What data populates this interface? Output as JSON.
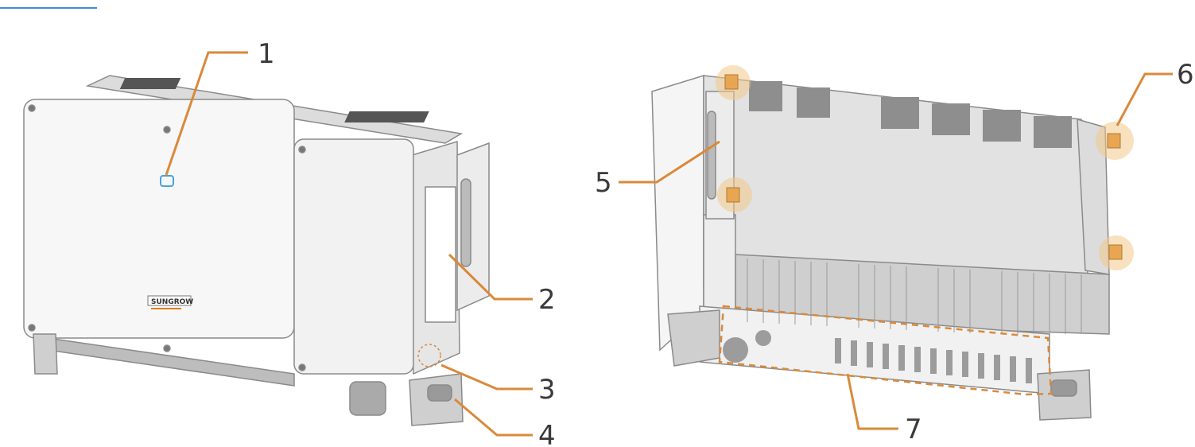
{
  "brand": {
    "logo_text": "SUNGROW"
  },
  "callouts": [
    {
      "id": "1",
      "label": "1"
    },
    {
      "id": "2",
      "label": "2"
    },
    {
      "id": "3",
      "label": "3"
    },
    {
      "id": "4",
      "label": "4"
    },
    {
      "id": "5",
      "label": "5"
    },
    {
      "id": "6",
      "label": "6"
    },
    {
      "id": "7",
      "label": "7"
    }
  ],
  "colors": {
    "leader": "#d98a3a",
    "highlight": "#f3c98a",
    "led": "#4aa3e0",
    "top_rule": "#3b8fd6",
    "enclosure": "#f4f4f4",
    "enclosure_stroke": "#8a8a8a",
    "back_panel": "#e2e2e2",
    "vent": "#8e8e8e",
    "text": "#3a3a3a",
    "logo_orange": "#e07a1f"
  }
}
